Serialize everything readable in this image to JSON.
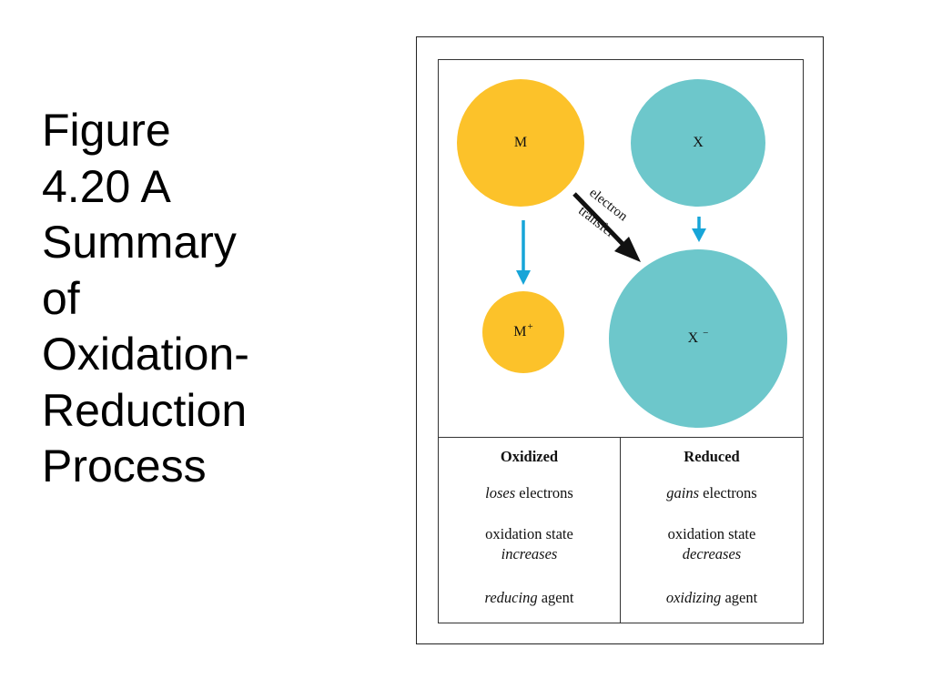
{
  "title": "Figure\n4.20  A\nSummary\nof\nOxidation-\nReduction\nProcess",
  "colors": {
    "metal": "#fcc22a",
    "nonmetal": "#6dc7cb",
    "arrow_blue": "#17a5d8",
    "arrow_black": "#111111"
  },
  "diagram": {
    "metal_atom": "M",
    "nonmetal_atom": "X",
    "metal_ion": "M",
    "metal_ion_charge": "+",
    "nonmetal_ion": "X",
    "nonmetal_ion_charge": "−",
    "transfer_label_line1": "electron",
    "transfer_label_line2": "transfer"
  },
  "table": {
    "oxidized": {
      "header": "Oxidized",
      "row1_italic": "loses",
      "row1_rest": " electrons",
      "row2_line1": "oxidation state",
      "row2_line2": "increases",
      "row3_italic": "reducing",
      "row3_rest": " agent"
    },
    "reduced": {
      "header": "Reduced",
      "row1_italic": "gains",
      "row1_rest": " electrons",
      "row2_line1": "oxidation state",
      "row2_line2": "decreases",
      "row3_italic": "oxidizing",
      "row3_rest": " agent"
    }
  }
}
